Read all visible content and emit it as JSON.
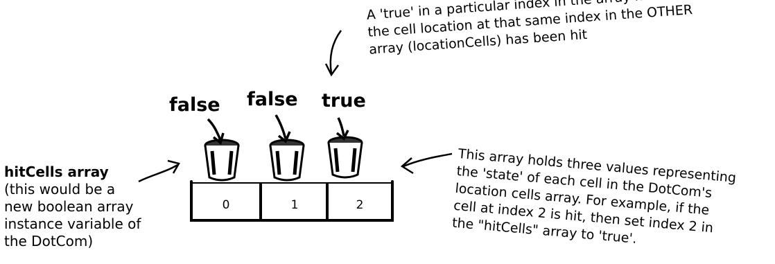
{
  "top_note": {
    "lines": [
      "A 'true' in a particular index in the array means that",
      "the cell location at that same index in the OTHER",
      "array (locationCells) has been hit"
    ]
  },
  "array": {
    "values": [
      "false",
      "false",
      "true"
    ],
    "indices": [
      "0",
      "1",
      "2"
    ]
  },
  "left_note": {
    "title": "hitCells array",
    "lines": [
      "(this would be a",
      "new boolean array",
      "instance variable of",
      "the DotCom)"
    ]
  },
  "right_note": {
    "lines": [
      "This array holds three values representing",
      "the 'state' of each cell in the DotCom's",
      "location cells array. For example, if the",
      "cell at index 2 is hit, then set index 2 in",
      "the \"hitCells\" array to 'true'."
    ]
  }
}
